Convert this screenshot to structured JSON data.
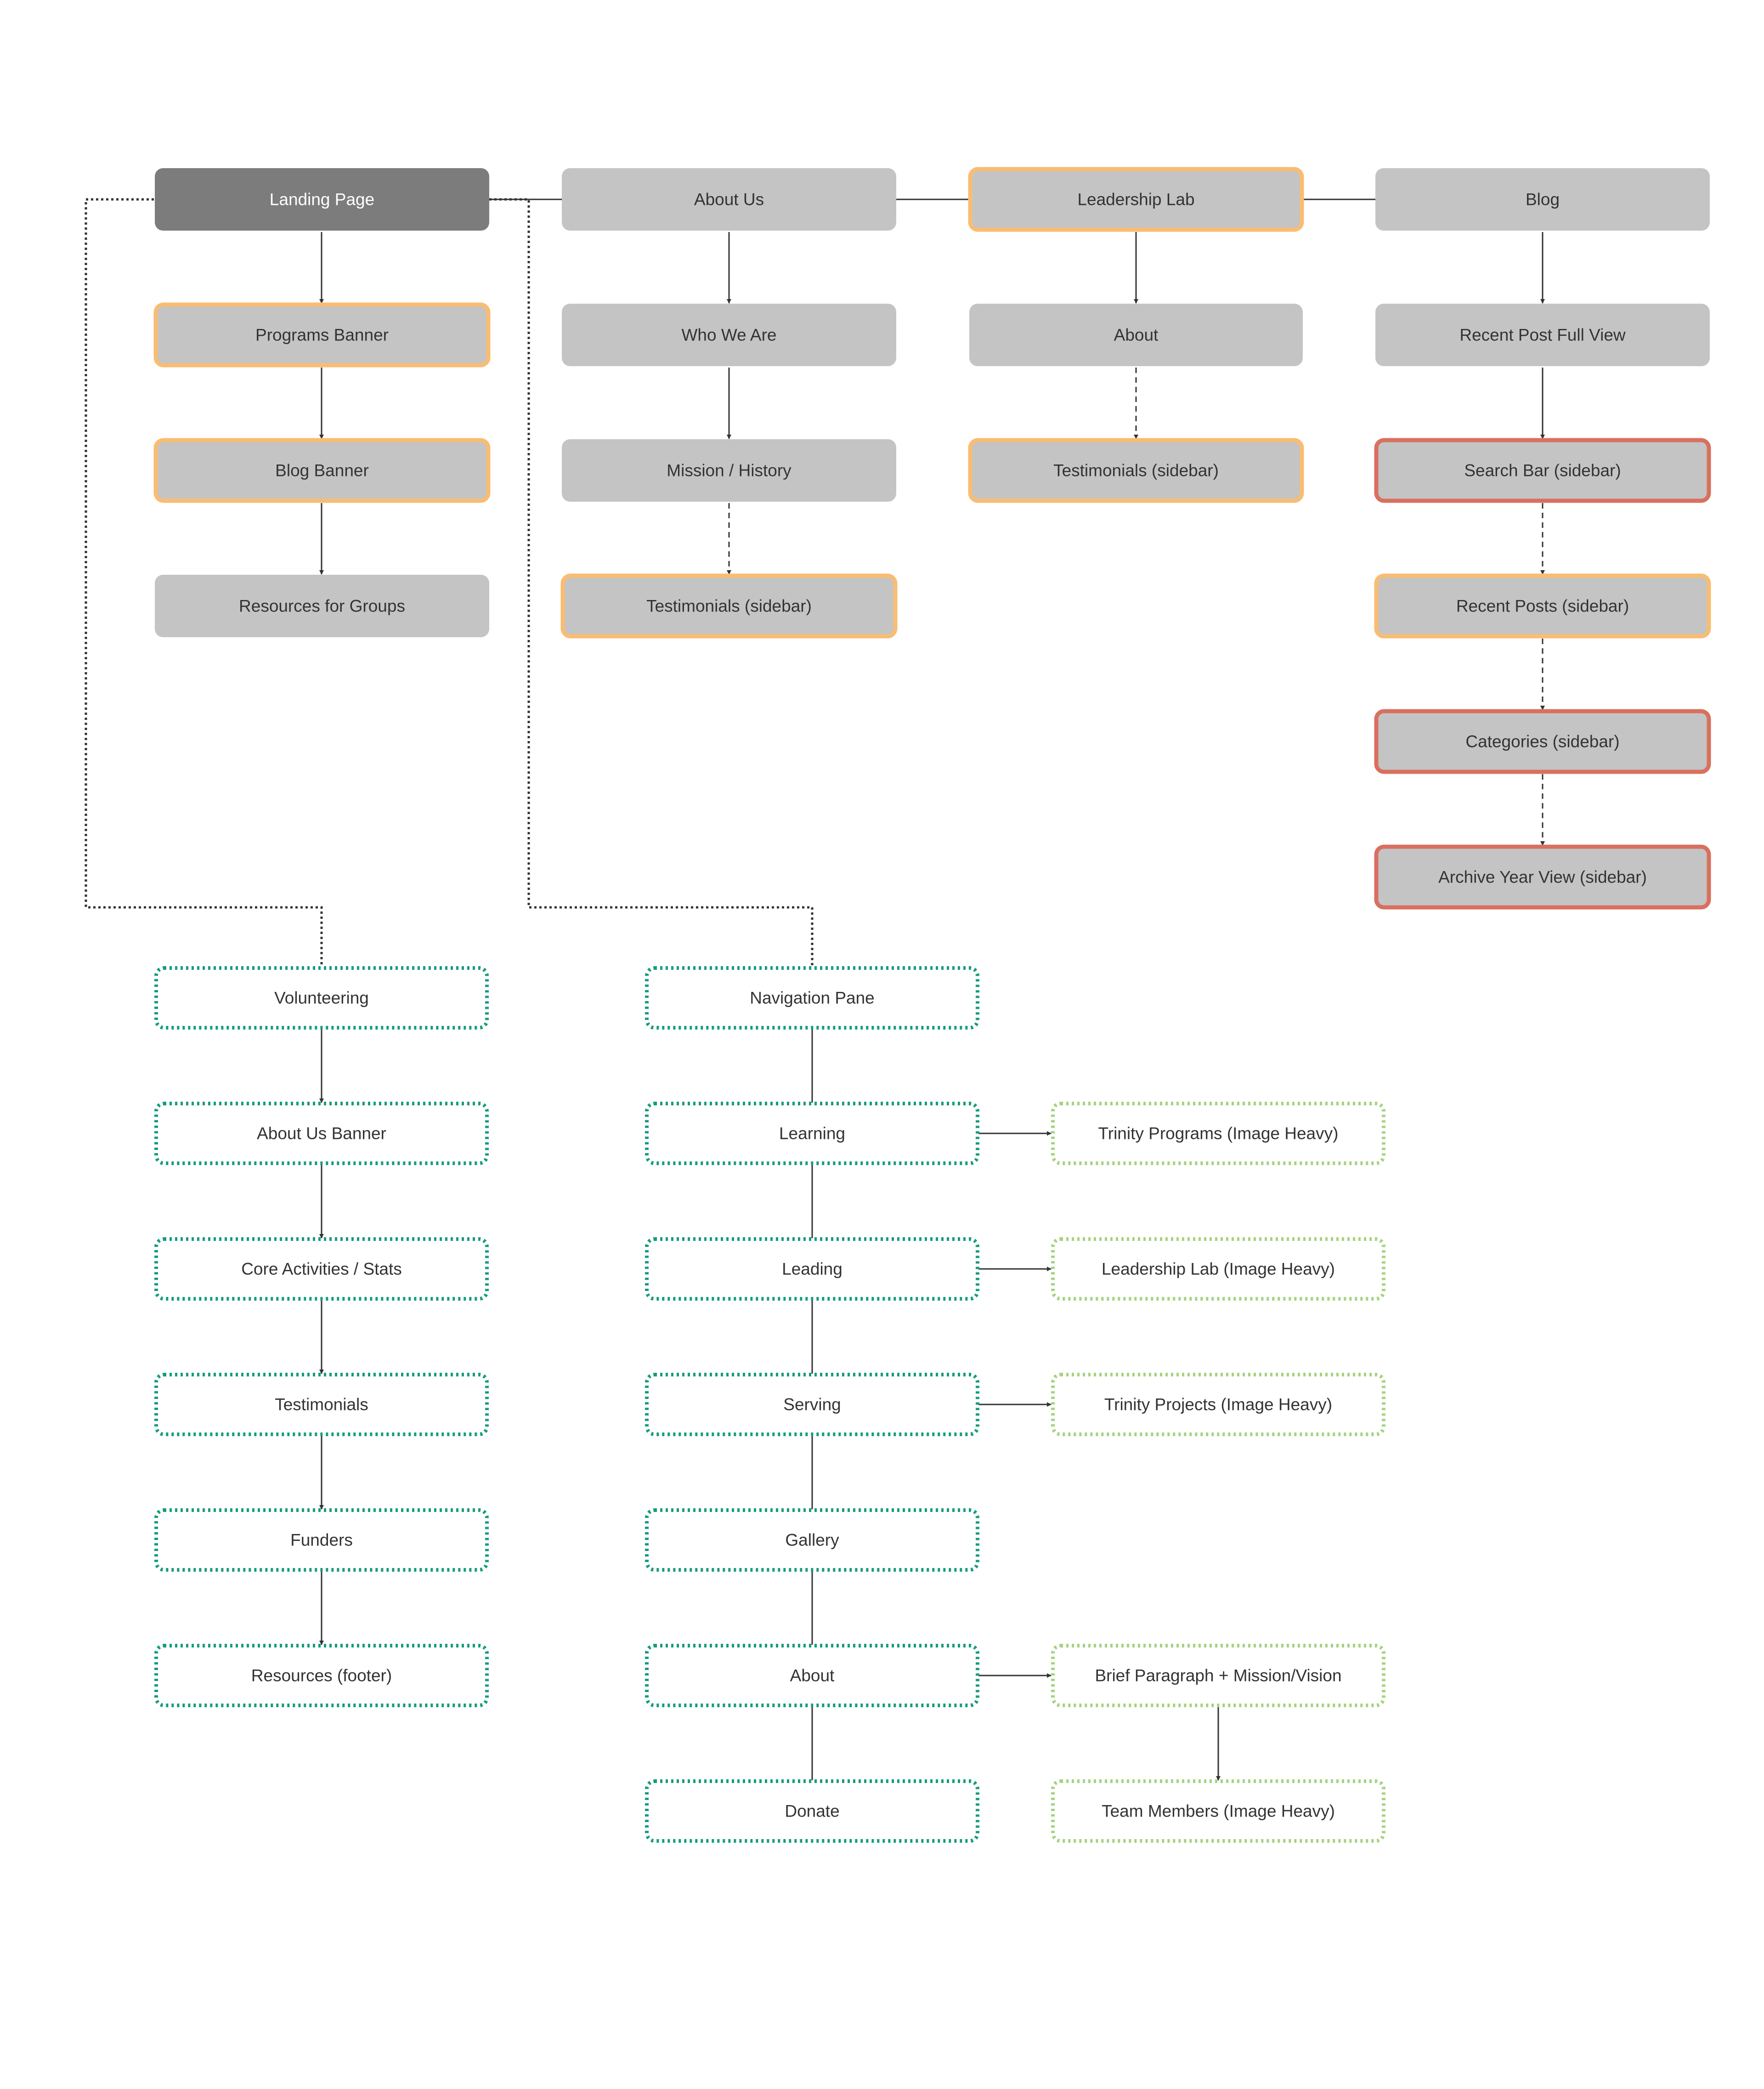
{
  "colors": {
    "gray_fill": "#c4c4c4",
    "dark_fill": "#7c7c7c",
    "orange_border": "#f8bd73",
    "red_border": "#d9705f",
    "teal_dashed": "#159c7c",
    "green_dashed": "#a6d27e",
    "connector": "#333333",
    "text": "#333333",
    "text_on_dark": "#ffffff"
  },
  "nodes": {
    "landing_page": "Landing Page",
    "programs_banner": "Programs Banner",
    "blog_banner": "Blog Banner",
    "resources_for_groups": "Resources for Groups",
    "about_us": "About Us",
    "who_we_are": "Who We Are",
    "mission_history": "Mission / History",
    "about_us_testimonials_sidebar": "Testimonials (sidebar)",
    "leadership_lab": "Leadership Lab",
    "leadership_about": "About",
    "leadership_testimonials_sidebar": "Testimonials (sidebar)",
    "blog": "Blog",
    "recent_post_full_view": "Recent Post Full View",
    "search_bar_sidebar": "Search Bar (sidebar)",
    "recent_posts_sidebar": "Recent Posts (sidebar)",
    "categories_sidebar": "Categories (sidebar)",
    "archive_year_view_sidebar": "Archive Year View (sidebar)",
    "volunteering": "Volunteering",
    "about_us_banner": "About Us Banner",
    "core_activities_stats": "Core Activities / Stats",
    "testimonials": "Testimonials",
    "funders": "Funders",
    "resources_footer": "Resources (footer)",
    "navigation_pane": "Navigation Pane",
    "learning": "Learning",
    "leading": "Leading",
    "serving": "Serving",
    "gallery": "Gallery",
    "nav_about": "About",
    "donate": "Donate",
    "trinity_programs": "Trinity Programs (Image Heavy)",
    "leadership_lab_image_heavy": "Leadership Lab (Image Heavy)",
    "trinity_projects": "Trinity Projects (Image Heavy)",
    "brief_paragraph": "Brief Paragraph + Mission/Vision",
    "team_members": "Team Members (Image Heavy)"
  }
}
